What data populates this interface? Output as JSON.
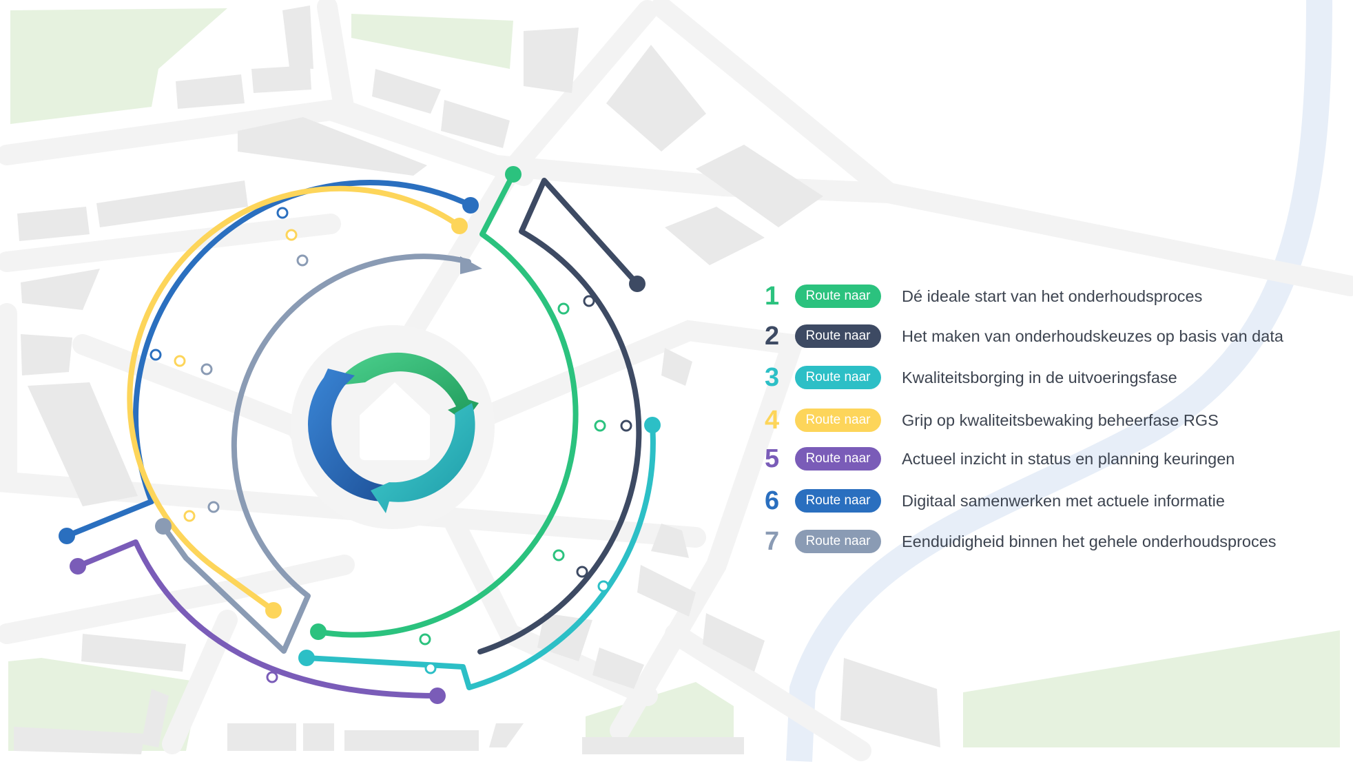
{
  "colors": {
    "green": "#2bc27e",
    "navy": "#3d4a63",
    "teal": "#2cbfc6",
    "yellow": "#fdd55a",
    "purple": "#7a5cb8",
    "blue": "#2a6fbf",
    "gray": "#8a9bb4",
    "map_road": "#f3f3f3",
    "map_block": "#e9e9e9",
    "map_park": "#e6f2df",
    "river": "#e7eef8"
  },
  "center_icon": "house-recycle-icon",
  "routes": [
    {
      "number": "1",
      "button_label": "Route naar",
      "description": "Dé ideale start van het onderhoudsproces",
      "color": "#2bc27e"
    },
    {
      "number": "2",
      "button_label": "Route naar",
      "description": "Het maken van onderhoudskeuzes op basis van data",
      "color": "#3d4a63"
    },
    {
      "number": "3",
      "button_label": "Route naar",
      "description": "Kwaliteitsborging in de uitvoeringsfase",
      "color": "#2cbfc6"
    },
    {
      "number": "4",
      "button_label": "Route naar",
      "description": "Grip op kwaliteitsbewaking beheerfase RGS",
      "color": "#fdd55a"
    },
    {
      "number": "5",
      "button_label": "Route naar",
      "description": "Actueel inzicht in status en planning keuringen",
      "color": "#7a5cb8"
    },
    {
      "number": "6",
      "button_label": "Route naar",
      "description": "Digitaal samenwerken met actuele informatie",
      "color": "#2a6fbf"
    },
    {
      "number": "7",
      "button_label": "Route naar",
      "description": "Eenduidigheid binnen het gehele onderhoudsproces",
      "color": "#8a9bb4"
    }
  ]
}
